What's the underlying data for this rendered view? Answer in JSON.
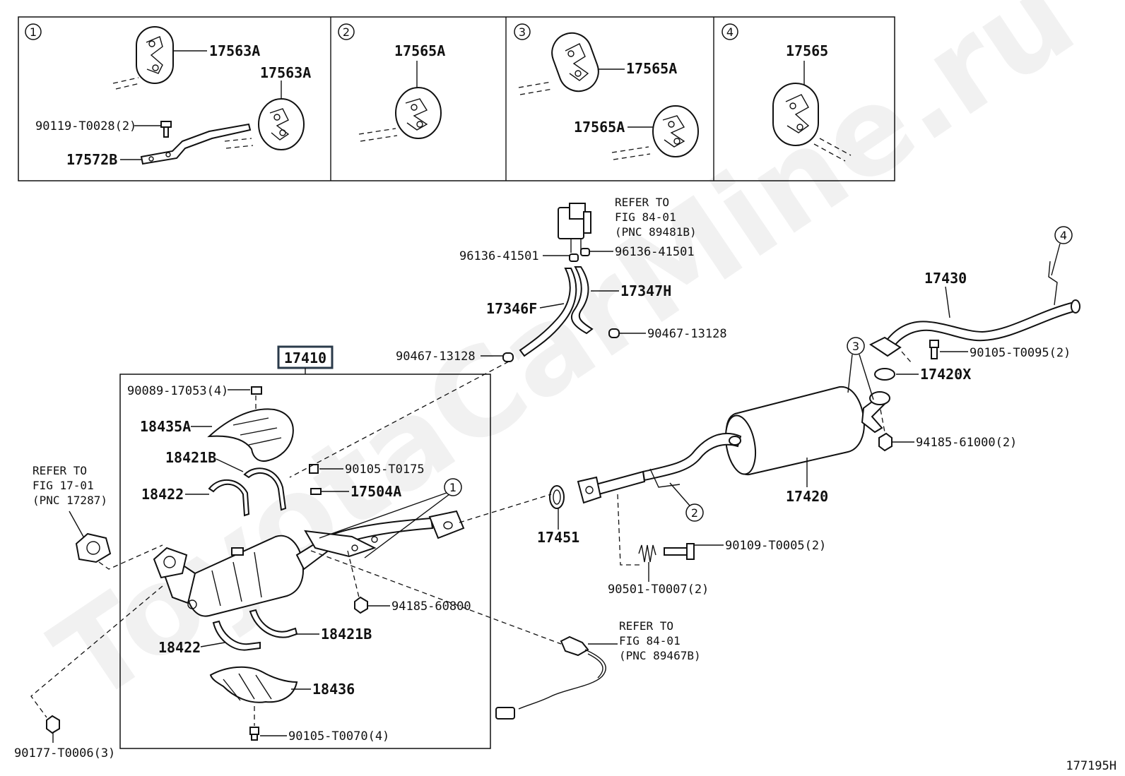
{
  "watermark": "ToyotaCarMine.ru",
  "figure_code": "177195H",
  "main_assembly": {
    "label": "17410"
  },
  "panels": [
    {
      "number": "1",
      "labels": [
        "17563A",
        "17563A",
        "90119-T0028(2)",
        "17572B"
      ]
    },
    {
      "number": "2",
      "labels": [
        "17565A"
      ]
    },
    {
      "number": "3",
      "labels": [
        "17565A",
        "17565A"
      ]
    },
    {
      "number": "4",
      "labels": [
        "17565"
      ]
    }
  ],
  "refer_notes": {
    "sensor_top": [
      "REFER TO",
      "FIG 84-01",
      "(PNC 89481B)"
    ],
    "gasket_left": [
      "REFER TO",
      "FIG 17-01",
      "(PNC 17287)"
    ],
    "sensor_bottom": [
      "REFER TO",
      "FIG 84-01",
      "(PNC 89467B)"
    ]
  },
  "labels": {
    "p96136_left": "96136-41501",
    "p96136_right": "96136-41501",
    "p17347H": "17347H",
    "p17346F": "17346F",
    "p90467_right": "90467-13128",
    "p90467_left": "90467-13128",
    "p17430": "17430",
    "p90105_T0095": "90105-T0095(2)",
    "p17420X": "17420X",
    "p94185_61000": "94185-61000(2)",
    "p17420": "17420",
    "p90089": "90089-17053(4)",
    "p18435A": "18435A",
    "p18421B_top": "18421B",
    "p18422_top": "18422",
    "p90105_T0175": "90105-T0175",
    "p17504A": "17504A",
    "p17451": "17451",
    "p90109": "90109-T0005(2)",
    "p90501": "90501-T0007(2)",
    "p94185_60800": "94185-60800",
    "p18422_bottom": "18422",
    "p18421B_bottom": "18421B",
    "p18436": "18436",
    "p90105_T0070": "90105-T0070(4)",
    "p90177": "90177-T0006(3)"
  },
  "callouts": {
    "c1": "1",
    "c2": "2",
    "c3": "3",
    "c4": "4"
  }
}
